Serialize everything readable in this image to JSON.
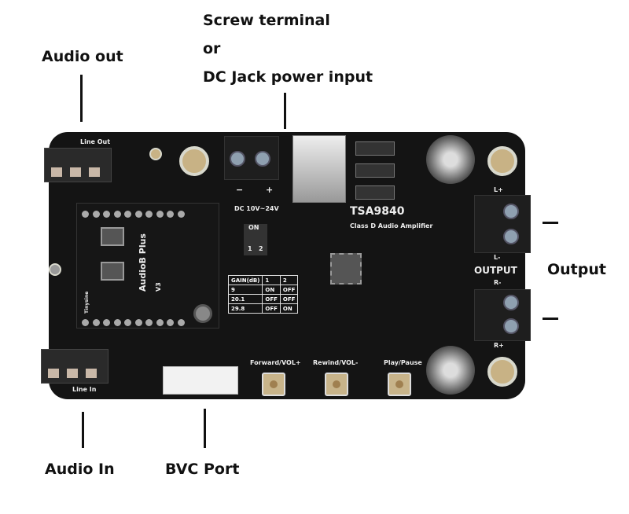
{
  "annotations": {
    "screw_terminal": "Screw terminal",
    "or": "or",
    "dc_jack": "DC Jack power input",
    "audio_out": "Audio out",
    "audio_in": "Audio In",
    "bvc_port": "BVC Port",
    "output": "Output"
  },
  "board": {
    "line_out": "Line Out",
    "line_in": "Line In",
    "dc_label": "DC 10V~24V",
    "minus": "−",
    "plus": "+",
    "chip_name": "TSA9840",
    "chip_desc": "Class D Audio Amplifier",
    "output": "OUTPUT",
    "l_plus": "L+",
    "l_minus": "L-",
    "r_minus": "R-",
    "r_plus": "R+",
    "switch_on": "ON",
    "switch_1": "1",
    "switch_2": "2",
    "module_name": "AudioB Plus",
    "module_ver": "V3",
    "module_brand": "Tinysine",
    "buttons": [
      "Forward/VOL+",
      "Rewind/VOL-",
      "Play/Pause"
    ],
    "gain_table": {
      "headers": [
        "GAIN(dB)",
        "1",
        "2"
      ],
      "rows": [
        [
          "9",
          "ON",
          "OFF"
        ],
        [
          "20.1",
          "OFF",
          "OFF"
        ],
        [
          "29.8",
          "OFF",
          "ON"
        ]
      ]
    }
  }
}
